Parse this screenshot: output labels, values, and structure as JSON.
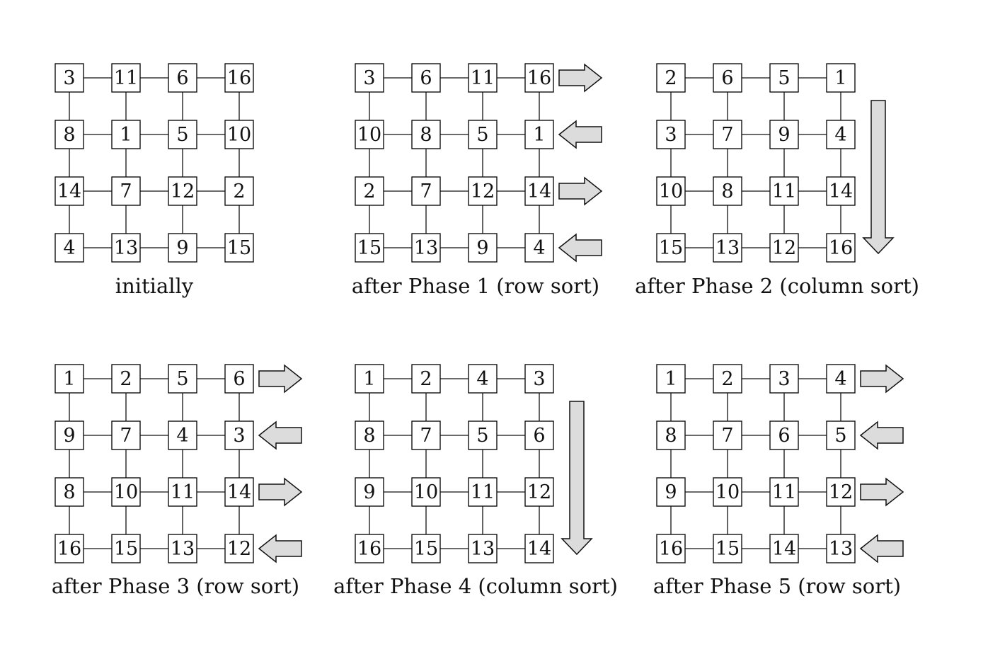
{
  "panels": [
    {
      "caption": "initially",
      "grid": [
        [
          "3",
          "11",
          "6",
          "16"
        ],
        [
          "8",
          "1",
          "5",
          "10"
        ],
        [
          "14",
          "7",
          "12",
          "2"
        ],
        [
          "4",
          "13",
          "9",
          "15"
        ]
      ],
      "arrows": "none"
    },
    {
      "caption": "after Phase 1 (row sort)",
      "grid": [
        [
          "3",
          "6",
          "11",
          "16"
        ],
        [
          "10",
          "8",
          "5",
          "1"
        ],
        [
          "2",
          "7",
          "12",
          "14"
        ],
        [
          "15",
          "13",
          "9",
          "4"
        ]
      ],
      "arrows": "rows"
    },
    {
      "caption": "after Phase 2 (column sort)",
      "grid": [
        [
          "2",
          "6",
          "5",
          "1"
        ],
        [
          "3",
          "7",
          "9",
          "4"
        ],
        [
          "10",
          "8",
          "11",
          "14"
        ],
        [
          "15",
          "13",
          "12",
          "16"
        ]
      ],
      "arrows": "down"
    },
    {
      "caption": "after Phase 3 (row sort)",
      "grid": [
        [
          "1",
          "2",
          "5",
          "6"
        ],
        [
          "9",
          "7",
          "4",
          "3"
        ],
        [
          "8",
          "10",
          "11",
          "14"
        ],
        [
          "16",
          "15",
          "13",
          "12"
        ]
      ],
      "arrows": "rows"
    },
    {
      "caption": "after Phase 4 (column sort)",
      "grid": [
        [
          "1",
          "2",
          "4",
          "3"
        ],
        [
          "8",
          "7",
          "5",
          "6"
        ],
        [
          "9",
          "10",
          "11",
          "12"
        ],
        [
          "16",
          "15",
          "13",
          "14"
        ]
      ],
      "arrows": "down"
    },
    {
      "caption": "after Phase 5 (row sort)",
      "grid": [
        [
          "1",
          "2",
          "3",
          "4"
        ],
        [
          "8",
          "7",
          "6",
          "5"
        ],
        [
          "9",
          "10",
          "11",
          "12"
        ],
        [
          "16",
          "15",
          "14",
          "13"
        ]
      ],
      "arrows": "rows"
    }
  ],
  "row_arrow_directions": [
    "right",
    "left",
    "right",
    "left"
  ],
  "arrow_fill": "#dcdcdc",
  "line_color": "#111111"
}
